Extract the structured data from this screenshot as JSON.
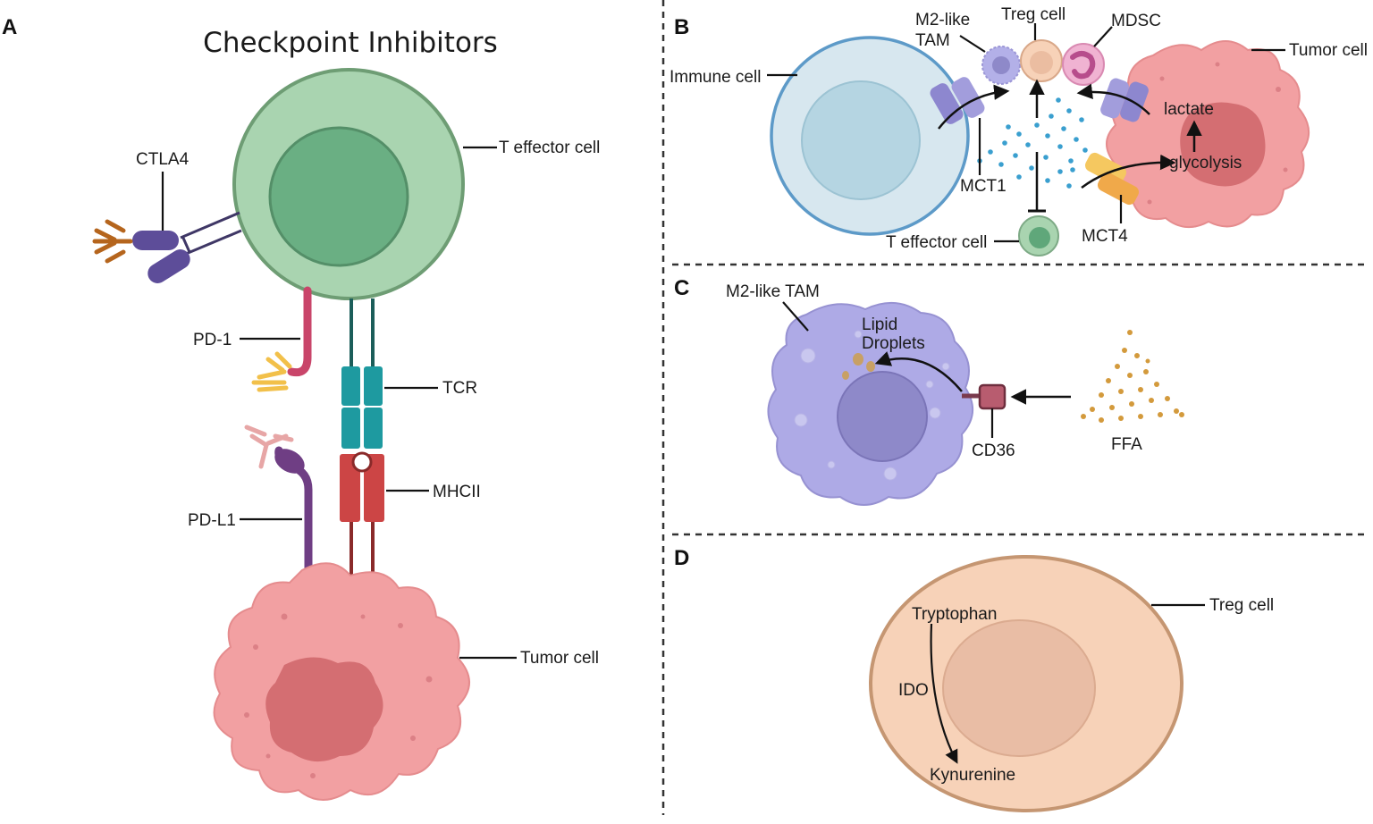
{
  "panels": {
    "a": {
      "letter": "A",
      "title": "Checkpoint Inhibitors",
      "labels": {
        "t_effector": "T effector cell",
        "ctla4": "CTLA4",
        "pd1": "PD-1",
        "tcr": "TCR",
        "pdl1": "PD-L1",
        "mhcii": "MHCII",
        "tumor": "Tumor cell"
      }
    },
    "b": {
      "letter": "B",
      "labels": {
        "m2_tam_line1": "M2-like",
        "m2_tam_line2": "TAM",
        "treg": "Treg cell",
        "mdsc": "MDSC",
        "tumor": "Tumor cell",
        "immune": "Immune cell",
        "lactate": "lactate",
        "glycolysis": "glycolysis",
        "mct1": "MCT1",
        "mct4": "MCT4",
        "t_effector": "T effector cell"
      }
    },
    "c": {
      "letter": "C",
      "labels": {
        "m2_tam": "M2-like TAM",
        "lipid_line1": "Lipid",
        "lipid_line2": "Droplets",
        "cd36": "CD36",
        "ffa": "FFA"
      }
    },
    "d": {
      "letter": "D",
      "labels": {
        "treg": "Treg cell",
        "tryptophan": "Tryptophan",
        "ido": "IDO",
        "kynurenine": "Kynurenine"
      }
    }
  },
  "colors": {
    "t_cell_outer": "#a9d4b0",
    "t_cell_inner": "#6aaf83",
    "tumor_body": "#f2a0a2",
    "tumor_nucleus": "#d46e72",
    "immune_outer": "#d7e7ef",
    "immune_border": "#5d9ac8",
    "tam_body": "#aeaae6",
    "tam_nucleus": "#8e89c9",
    "treg_outer": "#f7d2b8",
    "treg_border": "#c59672",
    "treg_inner": "#e9bda5",
    "receptor_purple": "#5d4d99",
    "pd1_pink": "#c9456a",
    "antibody_yellow": "#f2c04a",
    "antibody_orange": "#b5651d",
    "antibody_pink": "#e7a6a6",
    "tcr_teal": "#1e9aa0",
    "mhc_red": "#cc4545",
    "pdl1_purple": "#6f3e84",
    "lactate_blue": "#3a9fcf",
    "ffa_gold": "#d39a3c"
  }
}
